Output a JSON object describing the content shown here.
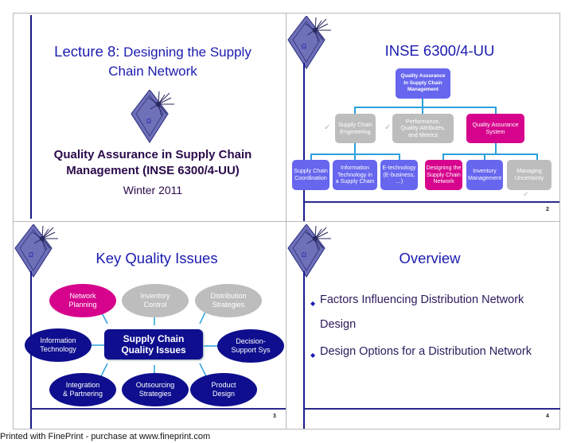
{
  "slides": [
    {
      "number": "",
      "title_prefix": "Lecture 8:",
      "title_rest": " Designing the Supply",
      "title_line2": "Chain Network",
      "subtitle_line1": "Quality Assurance in Supply Chain",
      "subtitle_line2": "Management (INSE 6300/4-UU)",
      "term": "Winter 2011",
      "logo_glyph": "Ω"
    },
    {
      "number": "2",
      "title": "INSE 6300/4-UU",
      "logo_glyph": "Ω",
      "org_chart": {
        "root": "Quality Assurance In Supply Chain Management",
        "root_lines": [
          "Quality Assurance",
          "In Supply Chain",
          "Management"
        ],
        "level1": [
          {
            "lines": [
              "Supply Chain",
              "Engineering"
            ],
            "state": "grey",
            "checked": true
          },
          {
            "lines": [
              "Performance,",
              "Quality Attributes,",
              "and Metrics"
            ],
            "state": "grey",
            "checked": true
          },
          {
            "lines": [
              "Quality Assurance",
              "System"
            ],
            "state": "pink",
            "checked": false
          }
        ],
        "level2": [
          {
            "lines": [
              "Supply Chain",
              "Coordination"
            ],
            "state": "blue"
          },
          {
            "lines": [
              "Information",
              "Technology  in",
              "a Supply Chain"
            ],
            "state": "blue"
          },
          {
            "lines": [
              "E-technology",
              "(E-business,",
              "…)"
            ],
            "state": "blue"
          },
          {
            "lines": [
              "Designing the",
              "Supply Chain",
              "Network"
            ],
            "state": "pink"
          },
          {
            "lines": [
              "Inventory",
              "Management"
            ],
            "state": "blue"
          },
          {
            "lines": [
              "Managing",
              "Uncertainty"
            ],
            "state": "grey",
            "checked": true
          }
        ],
        "check_glyph": "✓"
      }
    },
    {
      "number": "3",
      "title": "Key Quality Issues",
      "logo_glyph": "Ω",
      "hub": {
        "center_lines": [
          "Supply Chain",
          "Quality Issues"
        ],
        "nodes": [
          {
            "lines": [
              "Network",
              "Planning"
            ],
            "state": "pink"
          },
          {
            "lines": [
              "Inventory",
              "Control"
            ],
            "state": "grey"
          },
          {
            "lines": [
              "Distribution",
              "Strategies"
            ],
            "state": "grey"
          },
          {
            "lines": [
              "Information",
              "Technology"
            ],
            "state": "navy"
          },
          {
            "lines": [
              "Decision-",
              "Support Sys"
            ],
            "state": "navy"
          },
          {
            "lines": [
              "Integration",
              "& Partnering"
            ],
            "state": "navy"
          },
          {
            "lines": [
              "Outsourcing",
              "Strategies"
            ],
            "state": "navy"
          },
          {
            "lines": [
              "Product",
              "Design"
            ],
            "state": "navy"
          }
        ]
      }
    },
    {
      "number": "4",
      "title": "Overview",
      "logo_glyph": "Ω",
      "bullets": [
        {
          "line1": "Factors Influencing Distribution Network",
          "line2": "Design"
        },
        {
          "line1": "Design Options for a Distribution Network",
          "line2": ""
        }
      ],
      "bullet_glyph": "◆"
    }
  ],
  "colors": {
    "title_blue": "#1b1bb0",
    "navy": "#0e0e8e",
    "box_blue": "#6666ee",
    "highlight_pink": "#d6048c",
    "inactive_grey": "#bdbdbd",
    "connector": "#2aa0dc"
  },
  "footer": "Printed with FinePrint - purchase at www.fineprint.com"
}
